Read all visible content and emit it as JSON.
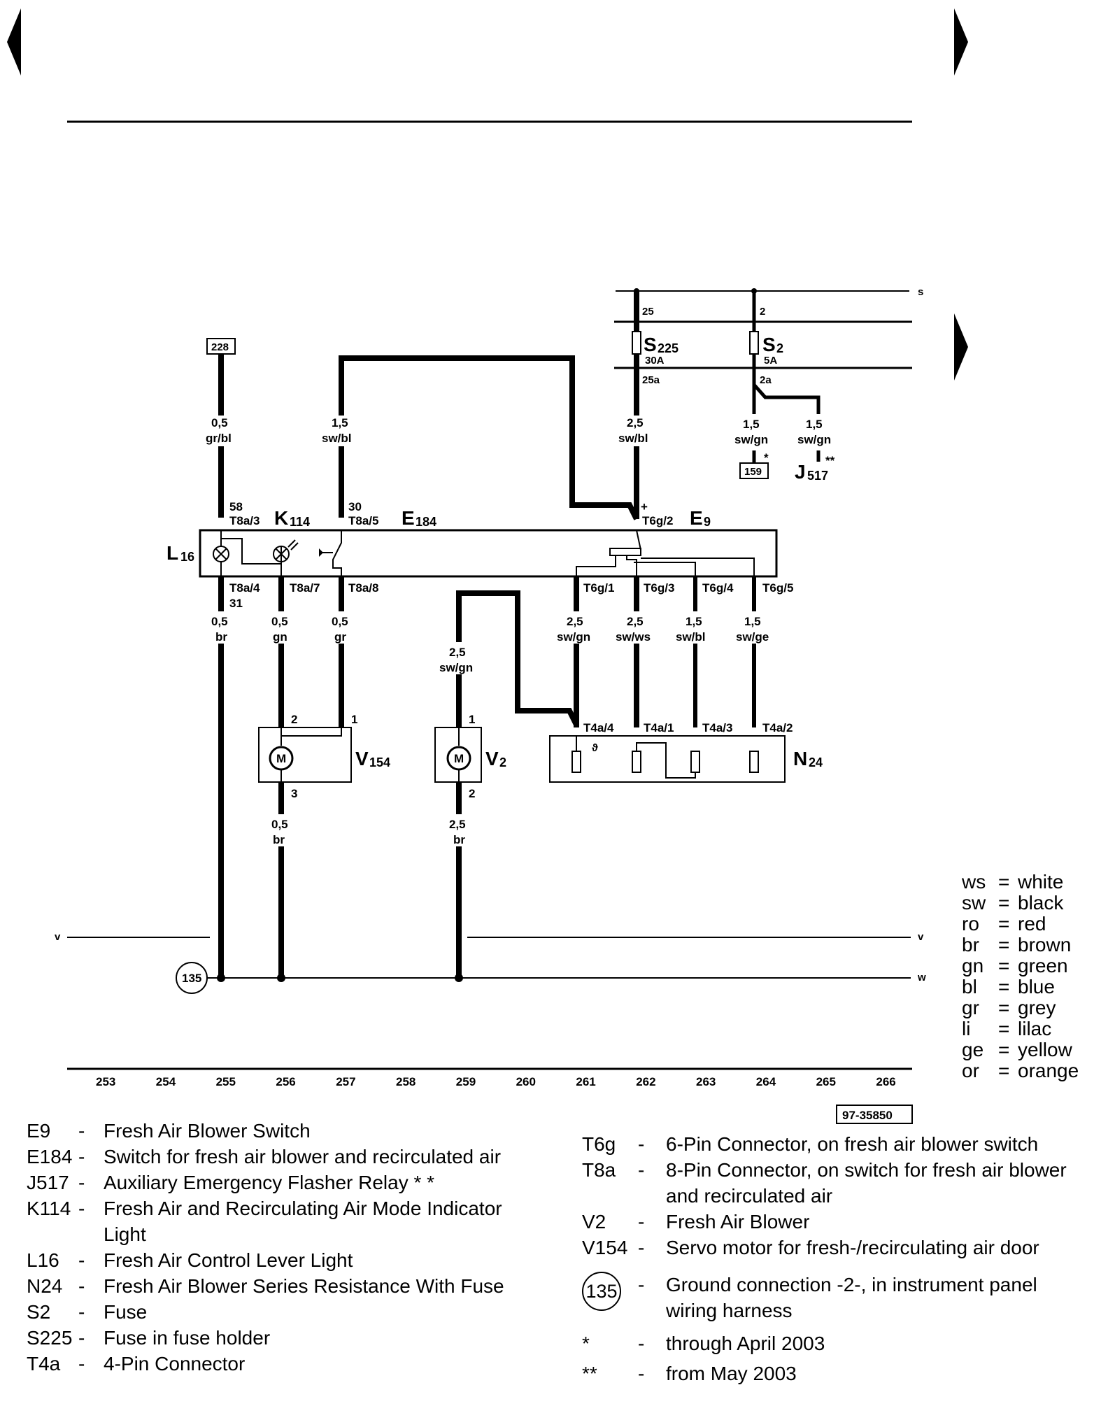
{
  "page": {
    "doc_number": "97-35850"
  },
  "buses": {
    "s": "s",
    "v": "v",
    "w": "w"
  },
  "refs": {
    "r228": "228",
    "r159": "159"
  },
  "components": {
    "L16": {
      "main": "L",
      "sub": "16"
    },
    "K114": {
      "main": "K",
      "sub": "114"
    },
    "E184": {
      "main": "E",
      "sub": "184"
    },
    "E9": {
      "main": "E",
      "sub": "9"
    },
    "S225": {
      "main": "S",
      "sub": "225",
      "rating": "30A"
    },
    "S2": {
      "main": "S",
      "sub": "2",
      "rating": "5A"
    },
    "J517": {
      "main": "J",
      "sub": "517",
      "mark": "**"
    },
    "V154": {
      "main": "V",
      "sub": "154"
    },
    "V2": {
      "main": "V",
      "sub": "2"
    },
    "N24": {
      "main": "N",
      "sub": "24"
    },
    "M": "M",
    "ground": "135",
    "star": "*"
  },
  "wires": {
    "w255top": {
      "size": "0,5",
      "color": "gr/bl"
    },
    "w257top": {
      "size": "1,5",
      "color": "sw/bl"
    },
    "w262top": {
      "size": "2,5",
      "color": "sw/bl"
    },
    "w264a": {
      "size": "1,5",
      "color": "sw/gn"
    },
    "w264b": {
      "size": "1,5",
      "color": "sw/gn"
    },
    "w255bot": {
      "size": "0,5",
      "color": "br"
    },
    "w256bot": {
      "size": "0,5",
      "color": "gn"
    },
    "w257bot": {
      "size": "0,5",
      "color": "gr"
    },
    "w259mid": {
      "size": "2,5",
      "color": "sw/gn"
    },
    "w261": {
      "size": "2,5",
      "color": "sw/gn"
    },
    "w262bot": {
      "size": "2,5",
      "color": "sw/ws"
    },
    "w263": {
      "size": "1,5",
      "color": "sw/bl"
    },
    "w264bot": {
      "size": "1,5",
      "color": "sw/ge"
    },
    "w256gnd": {
      "size": "0,5",
      "color": "br"
    },
    "w259gnd": {
      "size": "2,5",
      "color": "br"
    }
  },
  "pins": {
    "p25": "25",
    "p25a": "25a",
    "p2": "2",
    "p2a": "2a",
    "p58": "58",
    "T8a3": "T8a/3",
    "p30": "30",
    "T8a5": "T8a/5",
    "plus": "+",
    "T6g2": "T6g/2",
    "T8a4": "T8a/4",
    "p31": "31",
    "T8a7": "T8a/7",
    "T8a8": "T8a/8",
    "T6g1": "T6g/1",
    "T6g3": "T6g/3",
    "T6g4": "T6g/4",
    "T6g5": "T6g/5",
    "T4a4": "T4a/4",
    "T4a1": "T4a/1",
    "T4a3": "T4a/3",
    "T4a2": "T4a/2",
    "v154_2": "2",
    "v154_1": "1",
    "v154_3": "3",
    "v2_1": "1",
    "v2_2": "2"
  },
  "grid": [
    "253",
    "254",
    "255",
    "256",
    "257",
    "258",
    "259",
    "260",
    "261",
    "262",
    "263",
    "264",
    "265",
    "266"
  ],
  "color_key": [
    {
      "ab": "ws",
      "name": "white"
    },
    {
      "ab": "sw",
      "name": "black"
    },
    {
      "ab": "ro",
      "name": "red"
    },
    {
      "ab": "br",
      "name": "brown"
    },
    {
      "ab": "gn",
      "name": "green"
    },
    {
      "ab": "bl",
      "name": "blue"
    },
    {
      "ab": "gr",
      "name": "grey"
    },
    {
      "ab": "li",
      "name": "lilac"
    },
    {
      "ab": "ge",
      "name": "yellow"
    },
    {
      "ab": "or",
      "name": "orange"
    }
  ],
  "legend_left": [
    {
      "code": "E9",
      "desc": "Fresh Air Blower Switch"
    },
    {
      "code": "E184",
      "desc": "Switch for fresh air blower and recirculated air"
    },
    {
      "code": "J517",
      "desc": "Auxiliary Emergency Flasher Relay * *"
    },
    {
      "code": "K114",
      "desc": "Fresh Air and Recirculating Air Mode Indicator",
      "desc2": "Light"
    },
    {
      "code": "L16",
      "desc": "Fresh Air Control Lever Light"
    },
    {
      "code": "N24",
      "desc": "Fresh Air Blower Series Resistance With Fuse"
    },
    {
      "code": "S2",
      "desc": "Fuse"
    },
    {
      "code": "S225",
      "desc": "Fuse in fuse holder"
    },
    {
      "code": "T4a",
      "desc": "4-Pin Connector"
    }
  ],
  "legend_right": [
    {
      "code": "T6g",
      "desc": "6-Pin Connector, on fresh air blower switch"
    },
    {
      "code": "T8a",
      "desc": "8-Pin Connector, on switch for fresh air blower",
      "desc2": "and recirculated air"
    },
    {
      "code": "V2",
      "desc": "Fresh Air Blower"
    },
    {
      "code": "V154",
      "desc": "Servo motor for fresh-/recirculating air door"
    },
    {
      "code": "135",
      "desc": "Ground connection -2-, in instrument panel",
      "desc2": "wiring harness"
    },
    {
      "code": "*",
      "desc": "through April 2003"
    },
    {
      "code": "**",
      "desc": "from May 2003"
    }
  ],
  "dash": "-"
}
